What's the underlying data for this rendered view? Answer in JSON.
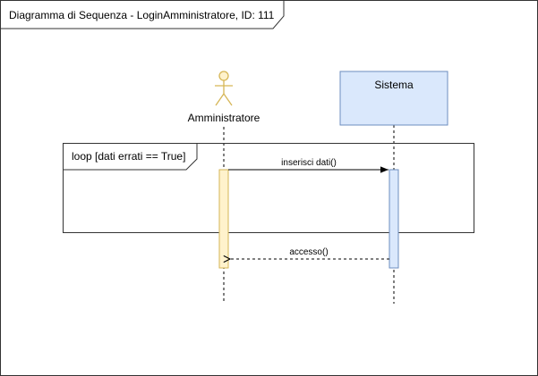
{
  "frame": {
    "title": "Diagramma di Sequenza - LoginAmministratore, ID: 111"
  },
  "actor": {
    "label": "Amministratore",
    "icon": "stick-figure-actor-icon",
    "color": "#d6b656",
    "activation_fill": "#fff2cc"
  },
  "system": {
    "label": "Sistema",
    "fill": "#dae8fc",
    "stroke": "#6c8ebf"
  },
  "loop": {
    "label": "loop [dati errati == True]"
  },
  "messages": {
    "request": "inserisci dati()",
    "response": "accesso()"
  }
}
